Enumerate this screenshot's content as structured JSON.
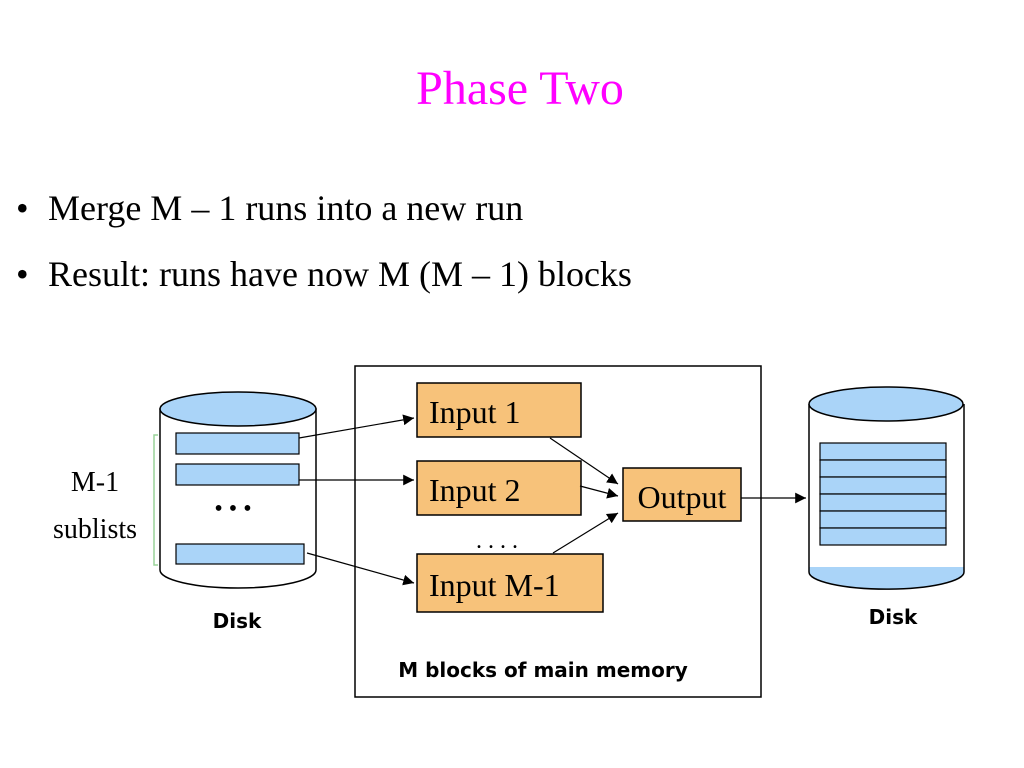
{
  "slide": {
    "title": "Phase Two",
    "bullet_glyph": "•",
    "bullets": [
      "Merge M – 1 runs into a new run",
      "Result: runs have now M (M – 1) blocks"
    ]
  },
  "diagram": {
    "sublists_label_line1": "M-1",
    "sublists_label_line2": "sublists",
    "left_disk_dots": "• • •",
    "left_disk_label": "Disk",
    "right_disk_label": "Disk",
    "memory_label": "M blocks of main memory",
    "inputs": [
      "Input 1",
      "Input 2",
      "Input M-1"
    ],
    "inputs_ellipsis": ". . . .",
    "output_label": "Output",
    "colors": {
      "disk_fill": "#ffffff",
      "disk_top": "#aad4f8",
      "block_fill": "#aad4f8",
      "buffer_fill": "#f7c27a",
      "bracket": "#9ad49a",
      "title": "#ff00ff"
    }
  }
}
